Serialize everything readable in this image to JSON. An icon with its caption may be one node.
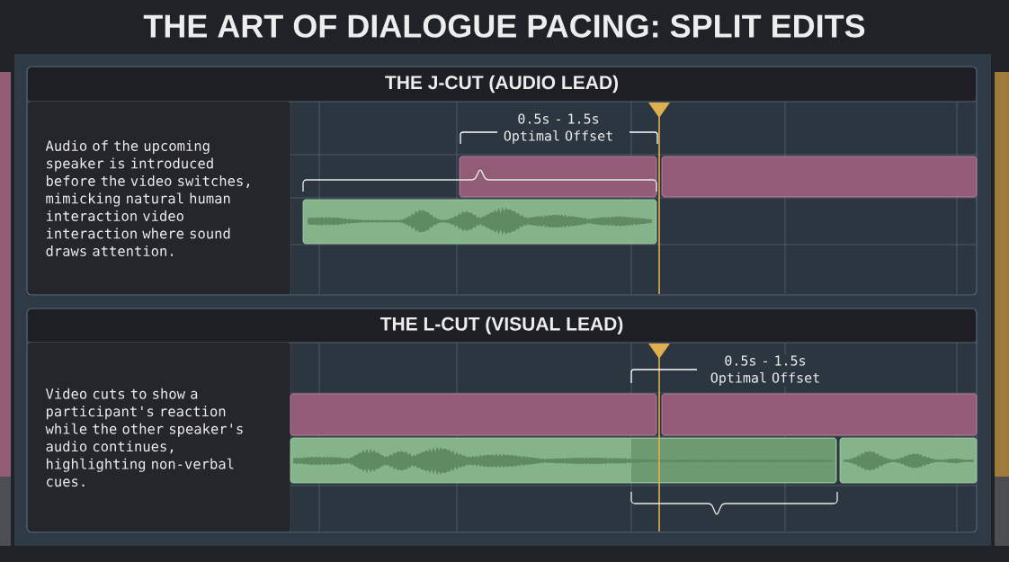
{
  "diagram": {
    "title": "THE ART OF DIALOGUE PACING: SPLIT EDITS",
    "nodes": [
      {
        "text": [
          "THE J-CUT (AUDIO LEAD)"
        ]
      },
      {
        "text": [
          "Audio of the upcoming speaker is introduced before the video switches, mimicking natural human interaction video interaction where sound draws attention."
        ],
        "in": 0
      },
      {
        "text": [
          "THE L-CUT (VISUAL LEAD)"
        ]
      },
      {
        "text": [
          "Video cuts to show a participant's reaction while the other speaker's audio continues, highlighting non-verbal cues."
        ],
        "in": 2
      }
    ],
    "labels": [
      "0.5s - 1.5s Optimal Offset",
      "0.5s - 1.5s Optimal Offset"
    ]
  }
}
